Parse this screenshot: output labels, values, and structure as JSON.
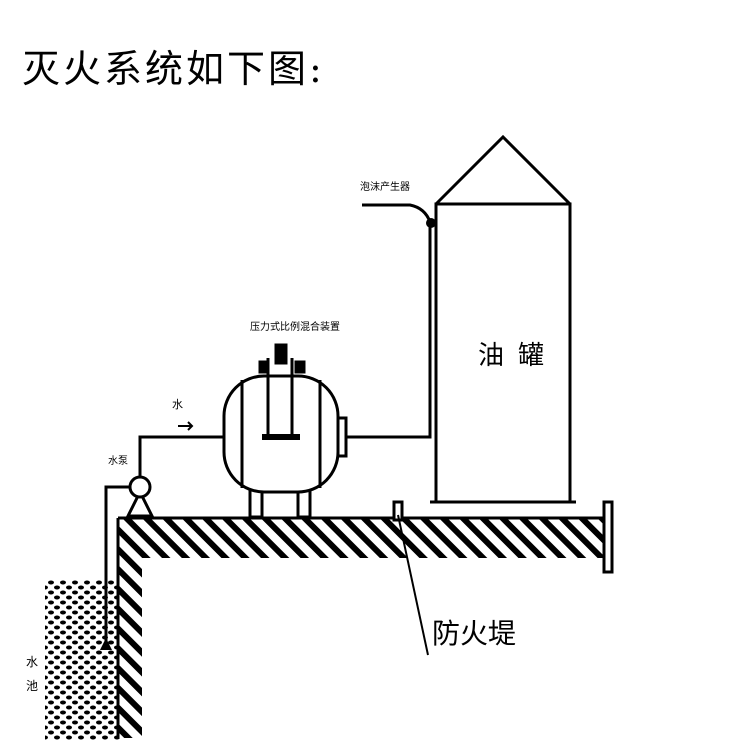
{
  "title": "灭火系统如下图:",
  "labels": {
    "oil_tank": "油罐",
    "fire_dike": "防火堤",
    "mixer": "压力式比例混合装置",
    "foam_generator": "泡沫产生器",
    "water": "水",
    "pump": "水泵",
    "pool": "水池"
  }
}
